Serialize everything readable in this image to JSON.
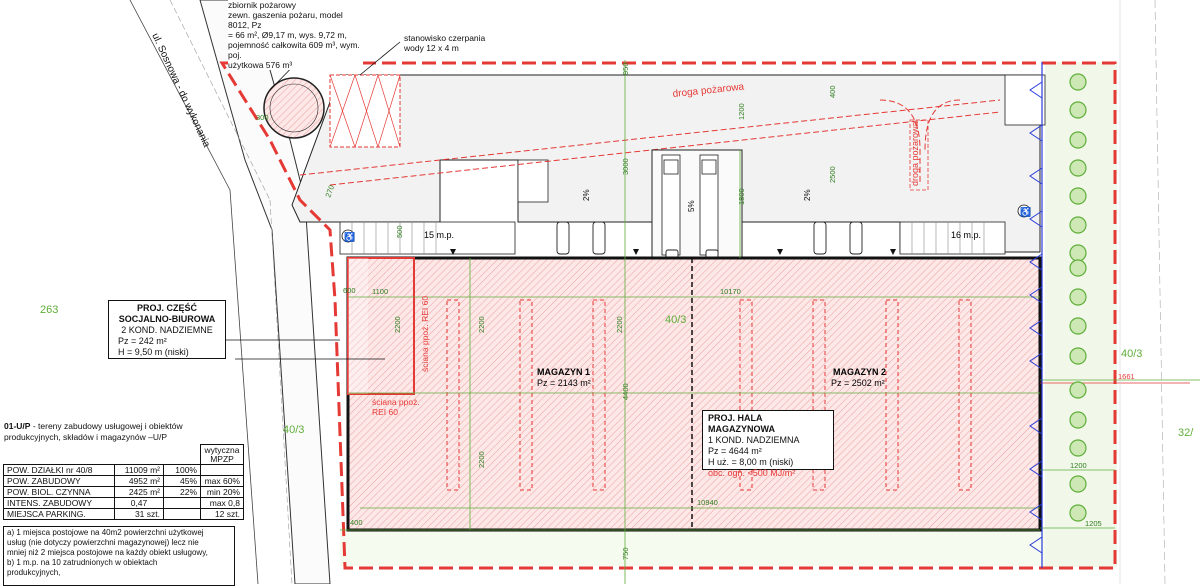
{
  "tank": {
    "title": "zbiornik pożarowy",
    "lines": [
      "zewn. gaszenia pożaru, model 8012, Pz",
      "= 66 m², Ø9,17 m, wys. 9,72 m,",
      "pojemność całkowita 609 m³, wym. poj.",
      "użytkowa 576 m³"
    ]
  },
  "pump_station": {
    "line1": "stanowisko czerpania",
    "line2": "wody 12 x 4 m"
  },
  "street": "ul. Sosnowa - do wykonania",
  "fire_road_h": "droga pożarowa",
  "fire_road_v": "droga pożarowa",
  "parking_left": "15 m.p.",
  "parking_right": "16 m.p.",
  "zones": {
    "z263": "263",
    "z40_3_left": "40/3",
    "z40_3_mid": "40/3",
    "z40_3_right": "40/3",
    "z32": "32/"
  },
  "office_box": {
    "title1": "PROJ. CZĘŚĆ",
    "title2": "SOCJALNO-BIUROWA",
    "l1": "2 KOND. NADZIEMNE",
    "l2": "Pz = 242 m²",
    "l3": "H = 9,50 m (niski)"
  },
  "warehouse_box": {
    "title": "PROJ. HALA MAGAZYNOWA",
    "l1": "1 KOND. NADZIEMNA",
    "l2": "Pz = 4644 m²",
    "l3": "H uż. = 8,00 m (niski)",
    "l4": "obc. ogn. <500 MJ/m²"
  },
  "magazyn1": {
    "name": "MAGAZYN 1",
    "area": "Pz = 2143 m²"
  },
  "magazyn2": {
    "name": "MAGAZYN 2",
    "area": "Pz = 2502 m²"
  },
  "wall_1": "ściana ppoż. REI 60",
  "wall_2a": "ściana ppoż.",
  "wall_2b": "REI 60",
  "dims": {
    "d1100": "1100",
    "d10170": "10170",
    "d10940": "10940",
    "d2200a": "2200",
    "d2200b": "2200",
    "d2200c": "2200",
    "d2200d": "2200",
    "d4400": "4400",
    "d3000": "3000",
    "d1200a": "1200",
    "d1800": "1800",
    "d2500": "2500",
    "d400a": "400",
    "d400b": "400",
    "d750": "750",
    "d1661": "1661",
    "d1200b": "1200",
    "d1205": "1205",
    "d950": "950",
    "d500": "500",
    "d300": "300",
    "d270": "270",
    "d600": "600"
  },
  "slopes": {
    "s1": "2%",
    "s2": "2%",
    "s3": "5%"
  },
  "legend": {
    "code": "01-U/P",
    "text1": " - tereny zabudowy usługowej i obiektów",
    "text2": "produkcyjnych, składów i magazynów –U/P",
    "wytyczna": "wytyczna",
    "mpzp": "MPZP"
  },
  "params": [
    {
      "label": "POW. DZIAŁKI nr 40/8",
      "value": "11009 m²",
      "pct": "100%",
      "req": ""
    },
    {
      "label": "POW. ZABUDOWY",
      "value": "4952 m²",
      "pct": "45%",
      "req": "max 60%"
    },
    {
      "label": "POW. BIOL. CZYNNA",
      "value": "2425 m²",
      "pct": "22%",
      "req": "min 20%"
    },
    {
      "label": "INTENS. ZABUDOWY",
      "value": "0,47",
      "pct": "",
      "req": "max 0,8"
    },
    {
      "label": "MIEJSCA PARKING.",
      "value": "31 szt.",
      "pct": "",
      "req": "12 szt."
    }
  ],
  "notes": [
    "a) 1 miejsca postojowe na 40m2 powierzchni użytkowej",
    "usług (nie dotyczy powierzchni magazynowej) lecz nie",
    "mniej niż 2 miejsca postojowe na każdy obiekt usługowy,",
    "b) 1 m.p. na 10 zatrudnionych w obiektach",
    "produkcyjnych,"
  ],
  "colors": {
    "fire": "#e53935",
    "hatch": "#f4b6b6",
    "green": "#7cc04a",
    "blue": "#2a3bd8"
  }
}
